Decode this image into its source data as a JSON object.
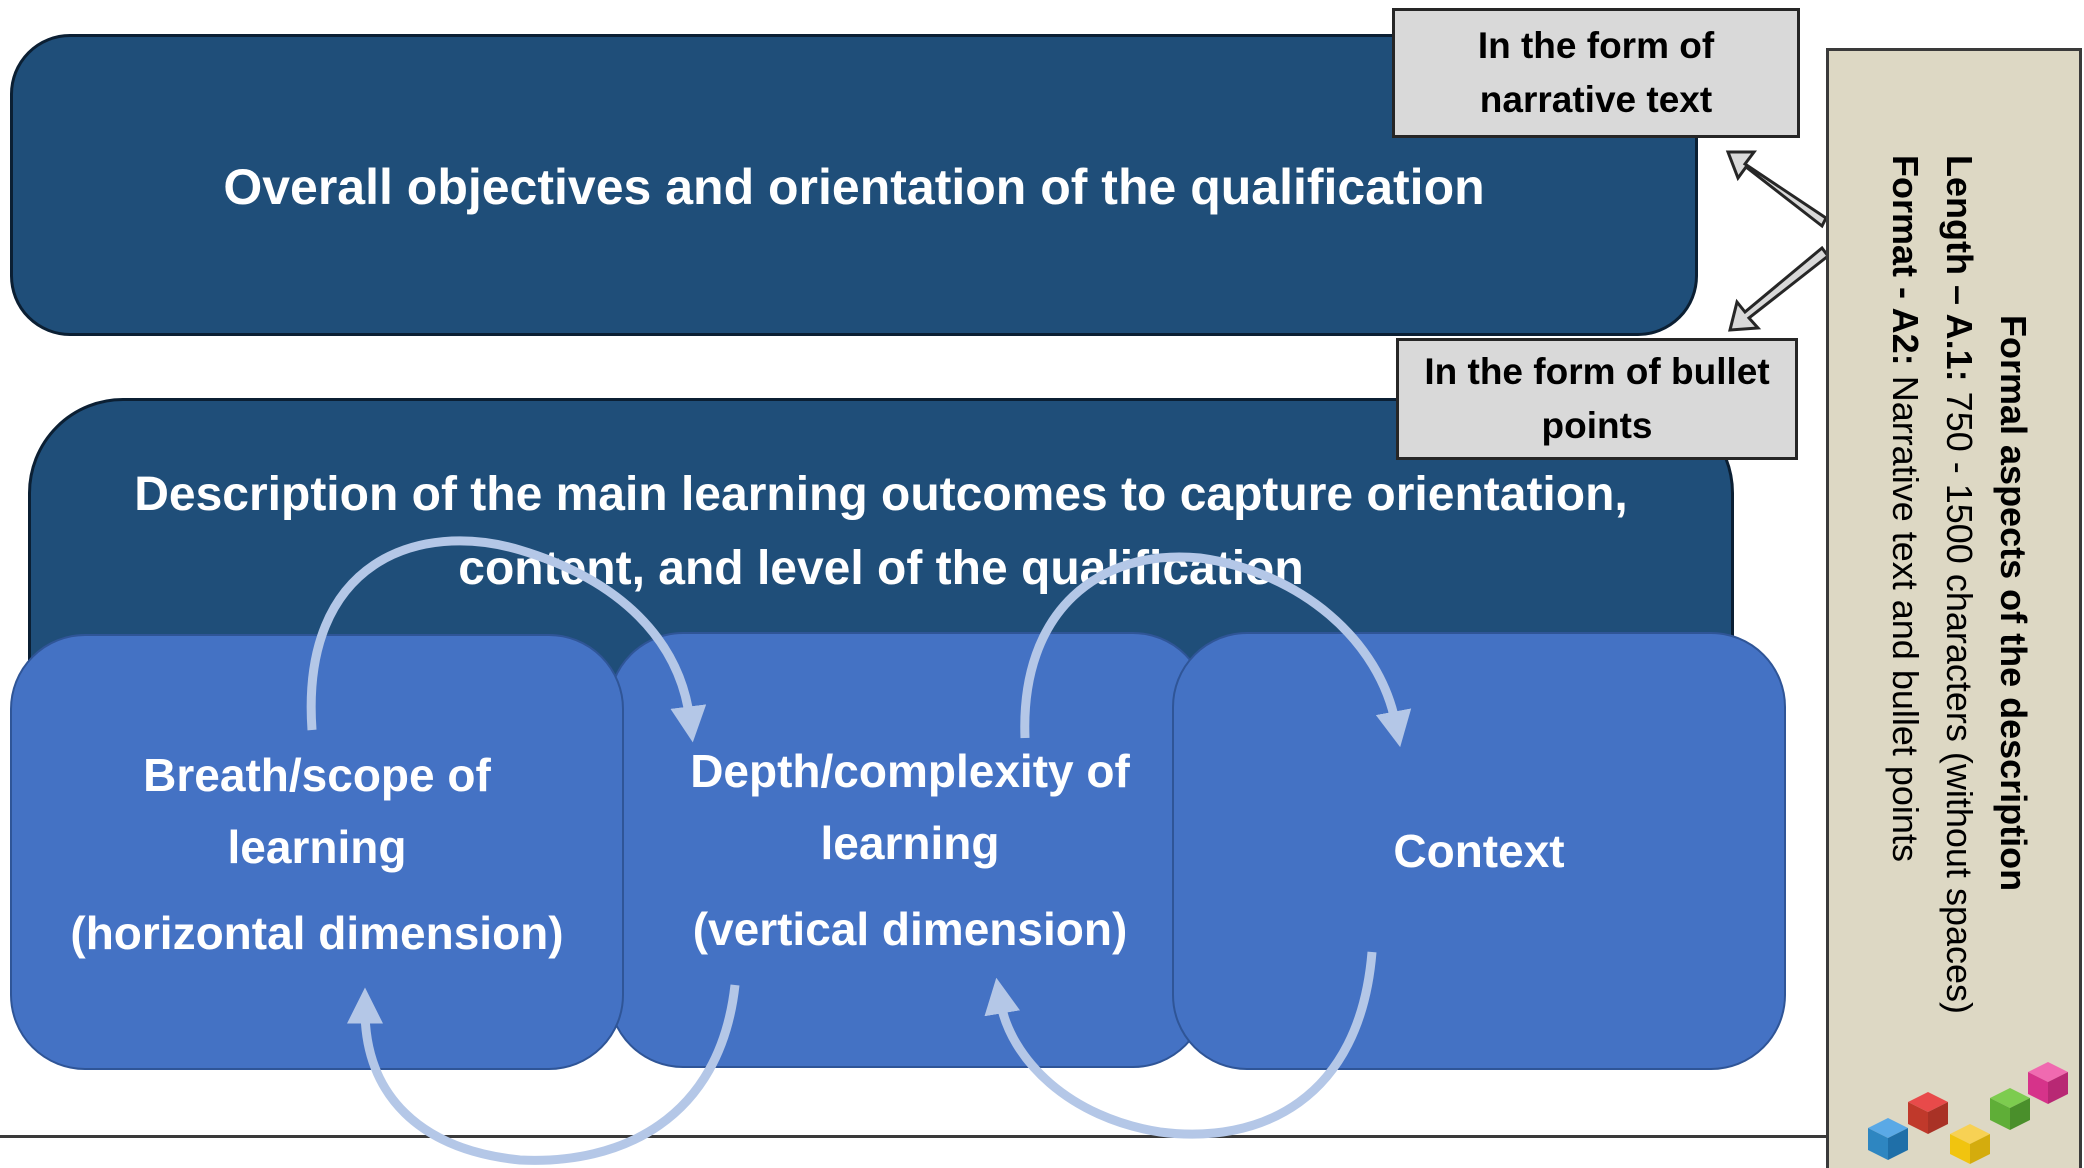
{
  "diagram": {
    "top_box": {
      "label": "Overall objectives and orientation of the qualification"
    },
    "outcomes_box": {
      "label_line1": "Description of the main learning outcomes to capture orientation,",
      "label_line2": "content, and level of the qualification"
    },
    "dimensions": [
      {
        "line1": "Breath/scope of",
        "line2": "learning",
        "line3": "(horizontal dimension)"
      },
      {
        "line1": "Depth/complexity of",
        "line2": "learning",
        "line3": "(vertical dimension)"
      },
      {
        "line1": "Context"
      }
    ],
    "notes": {
      "narrative_line1": "In the form of",
      "narrative_line2": "narrative text",
      "bullet_line1": "In the form of bullet",
      "bullet_line2": "points"
    },
    "formal_aspects": {
      "title": "Formal aspects of the description",
      "length_label": "Length – A.1:",
      "length_value": " 750 - 1500 characters (without spaces)",
      "format_label": "Format - A2:",
      "format_value": " Narrative text and bullet points"
    },
    "colors": {
      "dark_box": "#1f4e79",
      "mid_box": "#4472c4",
      "arrow": "#b4c7e7",
      "note_bg": "#d9d9d9",
      "panel_bg": "#ddd8c4"
    }
  }
}
